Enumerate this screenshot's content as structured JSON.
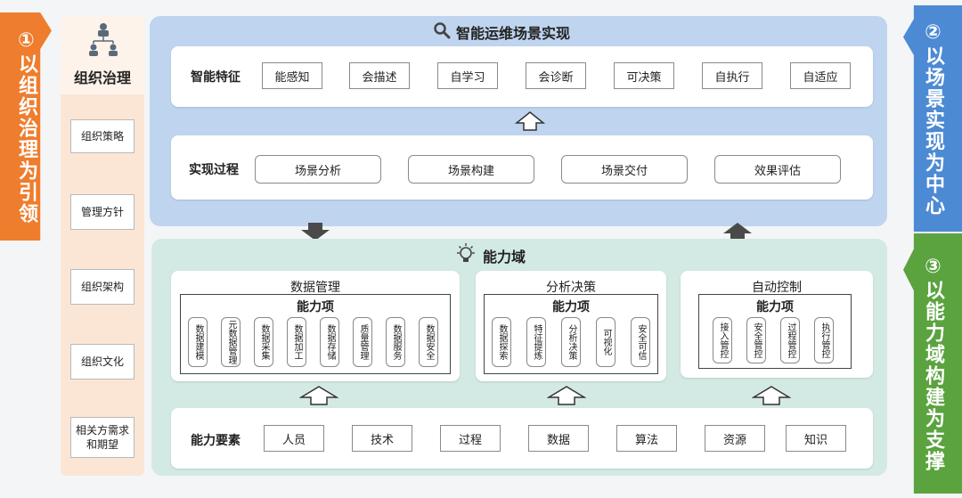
{
  "left_banner": {
    "text": "①以组织治理为引领",
    "color": "#ee7d2e"
  },
  "right_top_banner": {
    "text": "②以场景实现为中心",
    "color": "#4c8ad4"
  },
  "right_bottom_banner": {
    "text": "③以能力域构建为支撑",
    "color": "#5aa33f"
  },
  "org": {
    "icon": "org-chart-icon",
    "title": "组织治理",
    "items": [
      "组织策略",
      "管理方针",
      "组织架构",
      "组织文化",
      "相关方需求和期望"
    ]
  },
  "scene": {
    "icon": "search-icon",
    "title": "智能运维场景实现",
    "features_label": "智能特征",
    "features": [
      "能感知",
      "会描述",
      "自学习",
      "会诊断",
      "可决策",
      "自执行",
      "自适应"
    ],
    "process_label": "实现过程",
    "process": [
      "场景分析",
      "场景构建",
      "场景交付",
      "效果评估"
    ]
  },
  "capability": {
    "icon": "lightbulb-icon",
    "title": "能力域",
    "groups": [
      {
        "title": "数据管理",
        "cap_label": "能力项",
        "items": [
          "数据建模",
          "元数据管理",
          "数据采集",
          "数据加工",
          "数据存储",
          "质量管理",
          "数据服务",
          "数据安全"
        ]
      },
      {
        "title": "分析决策",
        "cap_label": "能力项",
        "items": [
          "数据探索",
          "特征提炼",
          "分析决策",
          "可视化",
          "安全可信"
        ]
      },
      {
        "title": "自动控制",
        "cap_label": "能力项",
        "items": [
          "接入管控",
          "安全管控",
          "过程管控",
          "执行管控"
        ]
      }
    ],
    "elements_label": "能力要素",
    "elements": [
      "人员",
      "技术",
      "过程",
      "数据",
      "算法",
      "资源",
      "知识"
    ]
  }
}
